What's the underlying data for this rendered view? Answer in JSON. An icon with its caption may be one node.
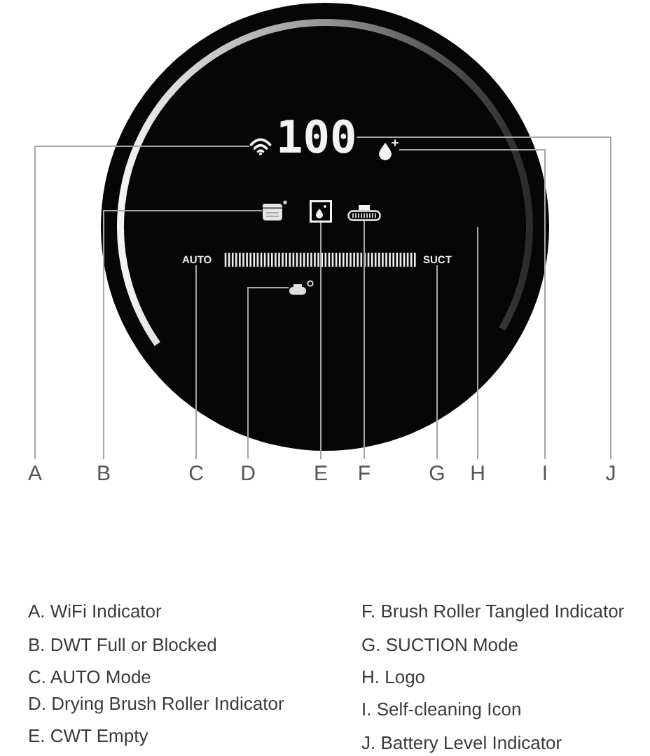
{
  "diagram": {
    "nodes": [
      {
        "text": [],
        "shape": "circle"
      },
      {
        "text": [
          "100"
        ],
        "in": 0
      },
      {
        "text": [],
        "shape": "picture",
        "in": 0
      },
      {
        "text": [],
        "shape": "picture",
        "in": 0
      },
      {
        "text": [],
        "shape": "picture",
        "in": 0
      },
      {
        "text": [],
        "shape": "picture",
        "in": 0
      },
      {
        "text": [],
        "shape": "picture",
        "in": 0
      },
      {
        "text": [
          "AUTO"
        ],
        "in": 0
      },
      {
        "text": [
          "SUCT"
        ],
        "in": 0
      },
      {
        "text": [],
        "shape": "picture",
        "in": 0
      },
      {
        "text": [
          "A"
        ]
      },
      {
        "text": [
          "B"
        ]
      },
      {
        "text": [
          "C"
        ]
      },
      {
        "text": [
          "D"
        ]
      },
      {
        "text": [
          "E"
        ]
      },
      {
        "text": [
          "F"
        ]
      },
      {
        "text": [
          "G"
        ]
      },
      {
        "text": [
          "H"
        ]
      },
      {
        "text": [
          "I"
        ]
      },
      {
        "text": [
          "J"
        ]
      }
    ],
    "edges": [
      {
        "from": 10,
        "to": 2,
        "arrow": "none"
      },
      {
        "from": 11,
        "to": 4,
        "arrow": "none"
      },
      {
        "from": 12,
        "to": 7,
        "arrow": "none"
      },
      {
        "from": 13,
        "to": 9,
        "arrow": "none"
      },
      {
        "from": 14,
        "to": 5,
        "arrow": "none"
      },
      {
        "from": 15,
        "to": 6,
        "arrow": "none"
      },
      {
        "from": 16,
        "to": 8,
        "arrow": "none"
      },
      {
        "from": 17,
        "to": null,
        "arrow": "none"
      },
      {
        "from": 18,
        "to": 3,
        "arrow": "none"
      },
      {
        "from": 19,
        "to": 1,
        "arrow": "none"
      }
    ],
    "labels": [
      "A. WiFi Indicator",
      "B. DWT Full or Blocked",
      "C. AUTO Mode",
      "D. Drying Brush Roller Indicator",
      "E. CWT Empty",
      "F. Brush Roller Tangled Indicator",
      "G. SUCTION Mode",
      "H. Logo",
      "I. Self-cleaning Icon",
      "J. Battery Level Indicator"
    ]
  }
}
